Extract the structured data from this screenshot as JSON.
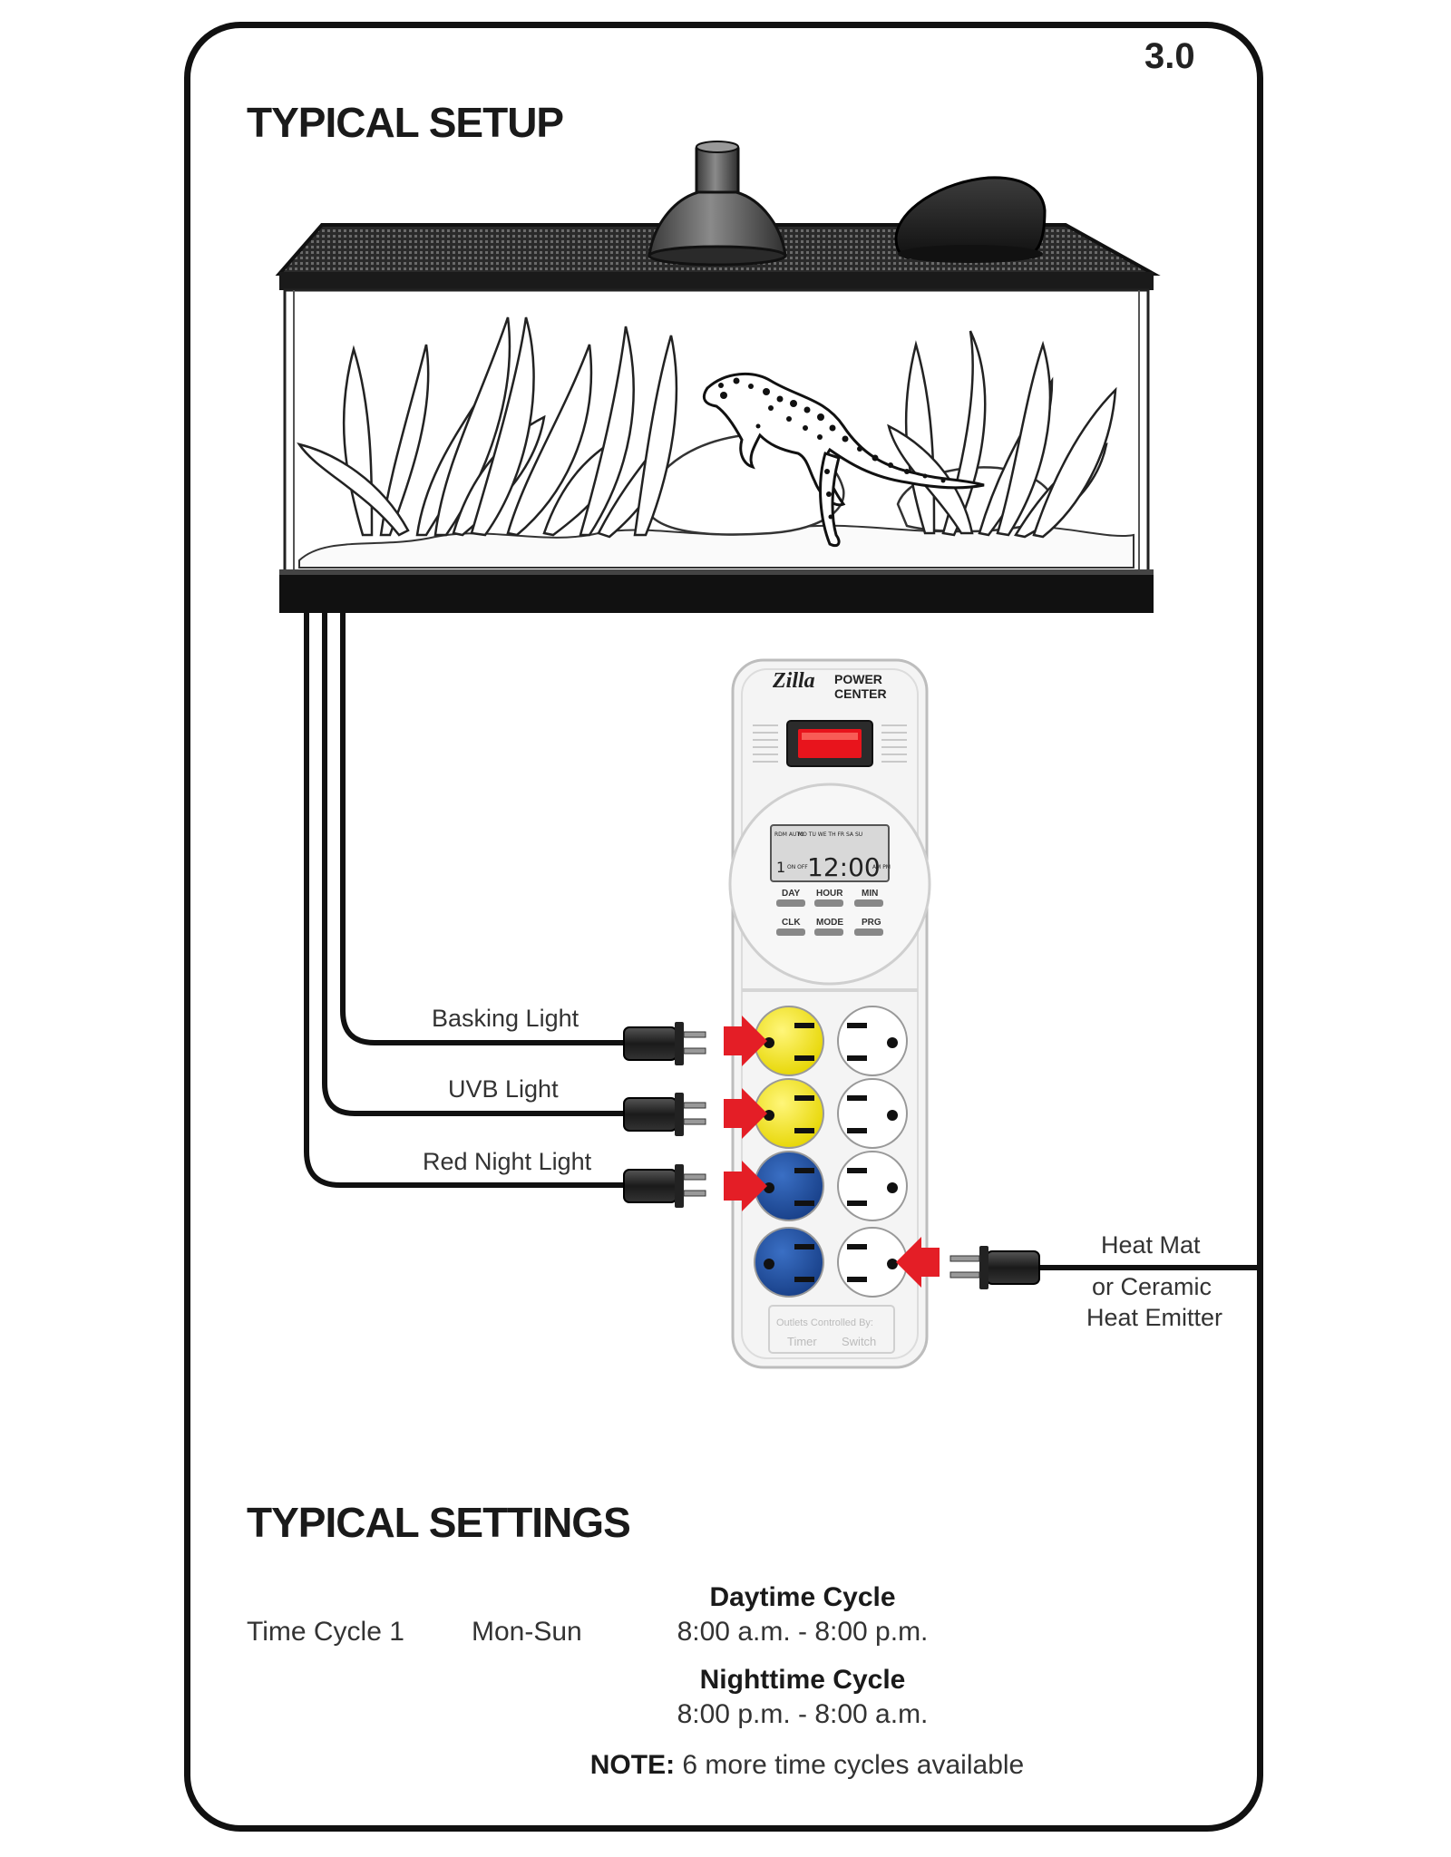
{
  "section_number": "3.0",
  "setup_heading": "TYPICAL SETUP",
  "device": {
    "brand": "Zilla",
    "name_line1": "POWER",
    "name_line2": "CENTER",
    "lcd": {
      "mode_row": "RDM AUTO",
      "days_row": "MO TU WE TH FR SA SU",
      "program": "1",
      "on_off": "ON OFF",
      "time": "12:00",
      "ampm": "AM PM"
    },
    "buttons": [
      "DAY",
      "HOUR",
      "MIN",
      "CLK",
      "MODE",
      "PRG"
    ],
    "footer_line1": "Outlets Controlled By:",
    "footer_labels": [
      "Timer",
      "Switch"
    ]
  },
  "connections": {
    "basking_light": "Basking Light",
    "uvb_light": "UVB Light",
    "red_night_light": "Red Night Light",
    "heat_mat": "Heat Mat",
    "heat_mat_alt_line1": "or Ceramic",
    "heat_mat_alt_line2": "Heat Emitter"
  },
  "colors": {
    "yellow_outlet": "#f2e21a",
    "blue_outlet": "#1f4fa0",
    "arrow_red": "#e41e26",
    "switch_red": "#e8141c"
  },
  "settings": {
    "heading": "TYPICAL SETTINGS",
    "time_cycle": "Time Cycle 1",
    "days": "Mon-Sun",
    "daytime_title": "Daytime Cycle",
    "daytime_value": "8:00 a.m. - 8:00 p.m.",
    "nighttime_title": "Nighttime Cycle",
    "nighttime_value": "8:00 p.m. - 8:00 a.m.",
    "note_label": "NOTE:",
    "note_text": " 6 more time cycles available"
  }
}
